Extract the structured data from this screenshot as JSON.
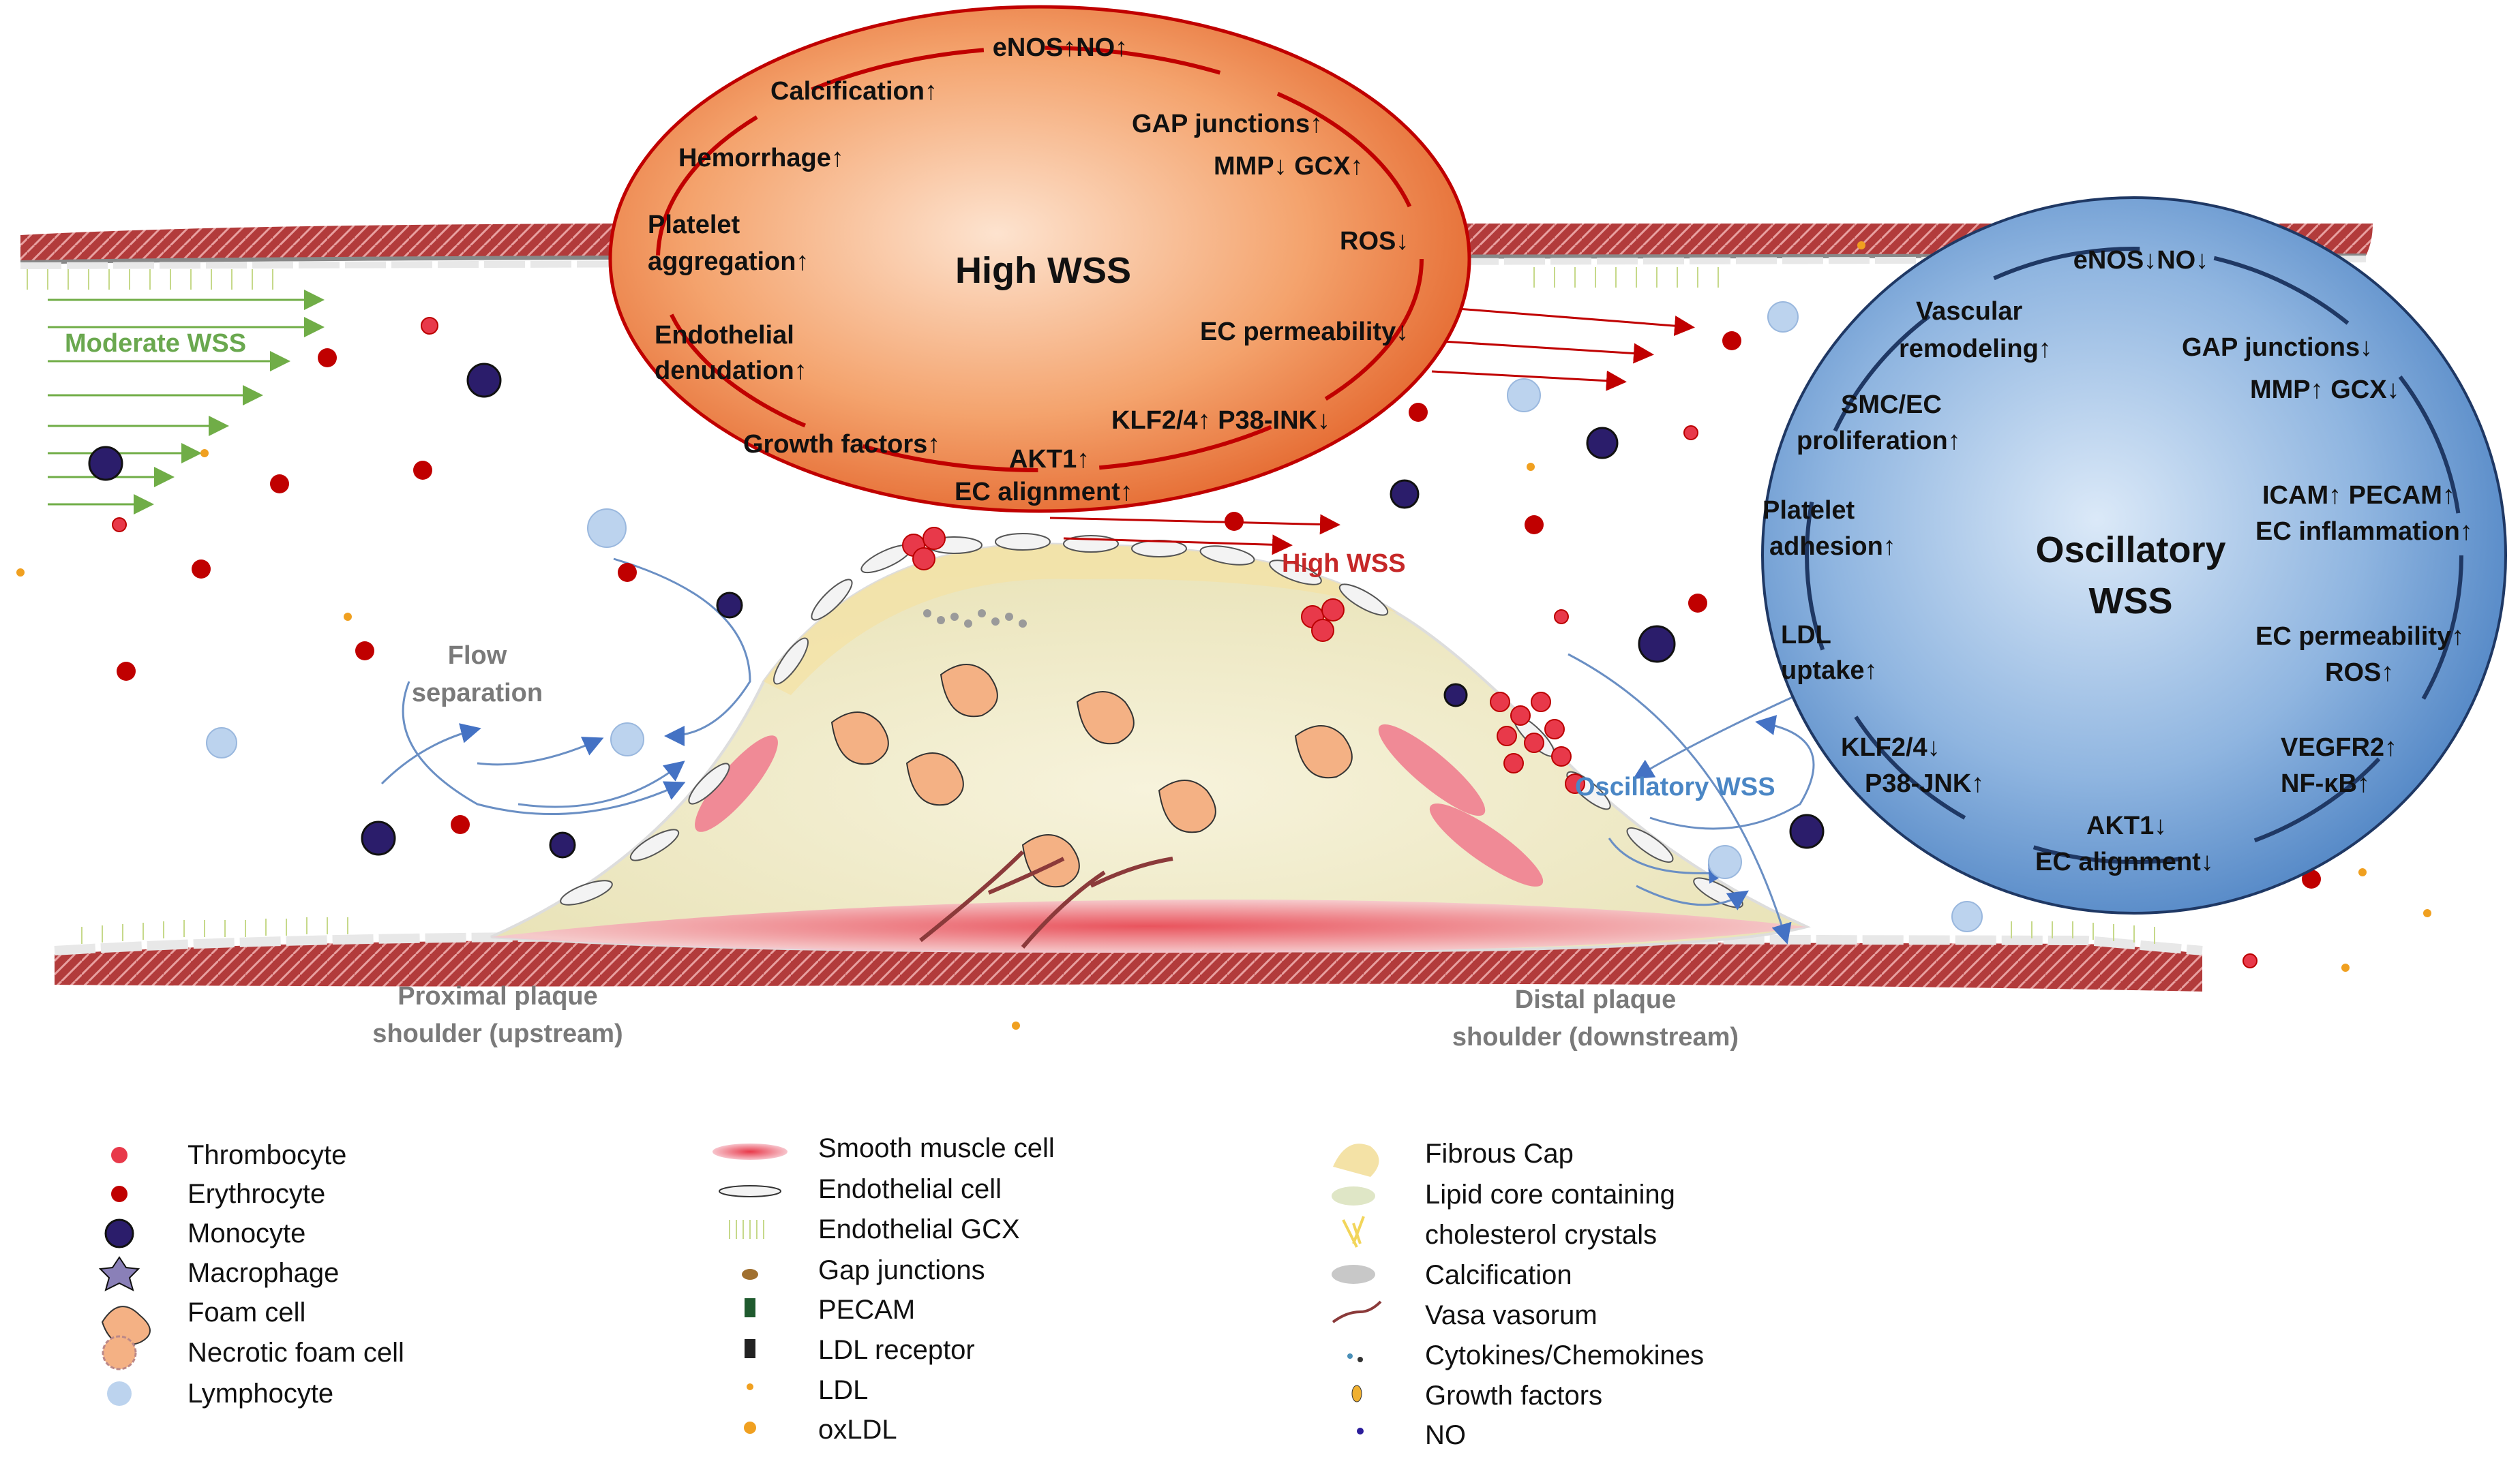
{
  "colors": {
    "high_wss_fill_inner": "#fde3cf",
    "high_wss_fill_outer": "#e8743b",
    "high_wss_stroke": "#c00000",
    "osc_wss_fill_inner": "#dbe9f8",
    "osc_wss_fill_outer": "#5b8fc9",
    "osc_wss_stroke": "#1f3864",
    "vessel_wall": "#b33a3a",
    "arrow_green": "#70ad47",
    "arrow_red": "#c00000",
    "arrow_blue": "#4472c4"
  },
  "high_wss": {
    "title": "High WSS",
    "items": [
      "eNOS↑NO↑",
      "GAP junctions↑",
      "MMP↓ GCX↑",
      "ROS↓",
      "EC permeability↓",
      "KLF2/4↑ P38-INK↓",
      "AKT1↑",
      "EC alignment↑",
      "Growth factors↑",
      "Endothelial",
      "denudation↑",
      "Platelet",
      "aggregation↑",
      "Hemorrhage↑",
      "Calcification↑"
    ]
  },
  "oscillatory_wss": {
    "title_line1": "Oscillatory",
    "title_line2": "WSS",
    "items": [
      "eNOS↓NO↓",
      "GAP junctions↓",
      "MMP↑ GCX↓",
      "ICAM↑ PECAM↑",
      "EC inflammation↑",
      "EC permeability↑",
      "ROS↑",
      "VEGFR2↑",
      "NF-κB↑",
      "AKT1↓",
      "EC alignment↓",
      "KLF2/4↓",
      "P38-JNK↑",
      "LDL",
      "uptake↑",
      "Platelet",
      "adhesion↑",
      "SMC/EC",
      "proliferation↑",
      "Vascular",
      "remodeling↑"
    ]
  },
  "flow_labels": {
    "moderate_wss": "Moderate WSS",
    "high_wss": "High WSS",
    "flow_separation_1": "Flow",
    "flow_separation_2": "separation",
    "oscillatory_wss": "Oscillatory WSS"
  },
  "region_labels": {
    "proximal_1": "Proximal plaque",
    "proximal_2": "shoulder (upstream)",
    "distal_1": "Distal plaque",
    "distal_2": "shoulder (downstream)"
  },
  "legend": {
    "column1": [
      {
        "label": "Thrombocyte",
        "icon": "thrombocyte-icon"
      },
      {
        "label": "Erythrocyte",
        "icon": "erythrocyte-icon"
      },
      {
        "label": "Monocyte",
        "icon": "monocyte-icon"
      },
      {
        "label": "Macrophage",
        "icon": "macrophage-icon"
      },
      {
        "label": "Foam cell",
        "icon": "foam-cell-icon"
      },
      {
        "label": "Necrotic foam cell",
        "icon": "necrotic-foam-cell-icon"
      },
      {
        "label": "Lymphocyte",
        "icon": "lymphocyte-icon"
      }
    ],
    "column2": [
      {
        "label": "Smooth muscle cell",
        "icon": "smooth-muscle-cell-icon"
      },
      {
        "label": "Endothelial cell",
        "icon": "endothelial-cell-icon"
      },
      {
        "label": "Endothelial GCX",
        "icon": "endothelial-gcx-icon"
      },
      {
        "label": "Gap junctions",
        "icon": "gap-junctions-icon"
      },
      {
        "label": "PECAM",
        "icon": "pecam-icon"
      },
      {
        "label": "LDL receptor",
        "icon": "ldl-receptor-icon"
      },
      {
        "label": "LDL",
        "icon": "ldl-icon"
      },
      {
        "label": "oxLDL",
        "icon": "oxldl-icon"
      }
    ],
    "column3": [
      {
        "label": "Fibrous Cap",
        "icon": "fibrous-cap-icon"
      },
      {
        "label": "Lipid core containing",
        "icon": "lipid-core-icon"
      },
      {
        "label": "cholesterol crystals",
        "icon": "cholesterol-crystals-icon"
      },
      {
        "label": "Calcification",
        "icon": "calcification-icon"
      },
      {
        "label": "Vasa vasorum",
        "icon": "vasa-vasorum-icon"
      },
      {
        "label": "Cytokines/Chemokines",
        "icon": "cytokines-icon"
      },
      {
        "label": "Growth factors",
        "icon": "growth-factors-icon"
      },
      {
        "label": "NO",
        "icon": "no-icon"
      }
    ]
  }
}
